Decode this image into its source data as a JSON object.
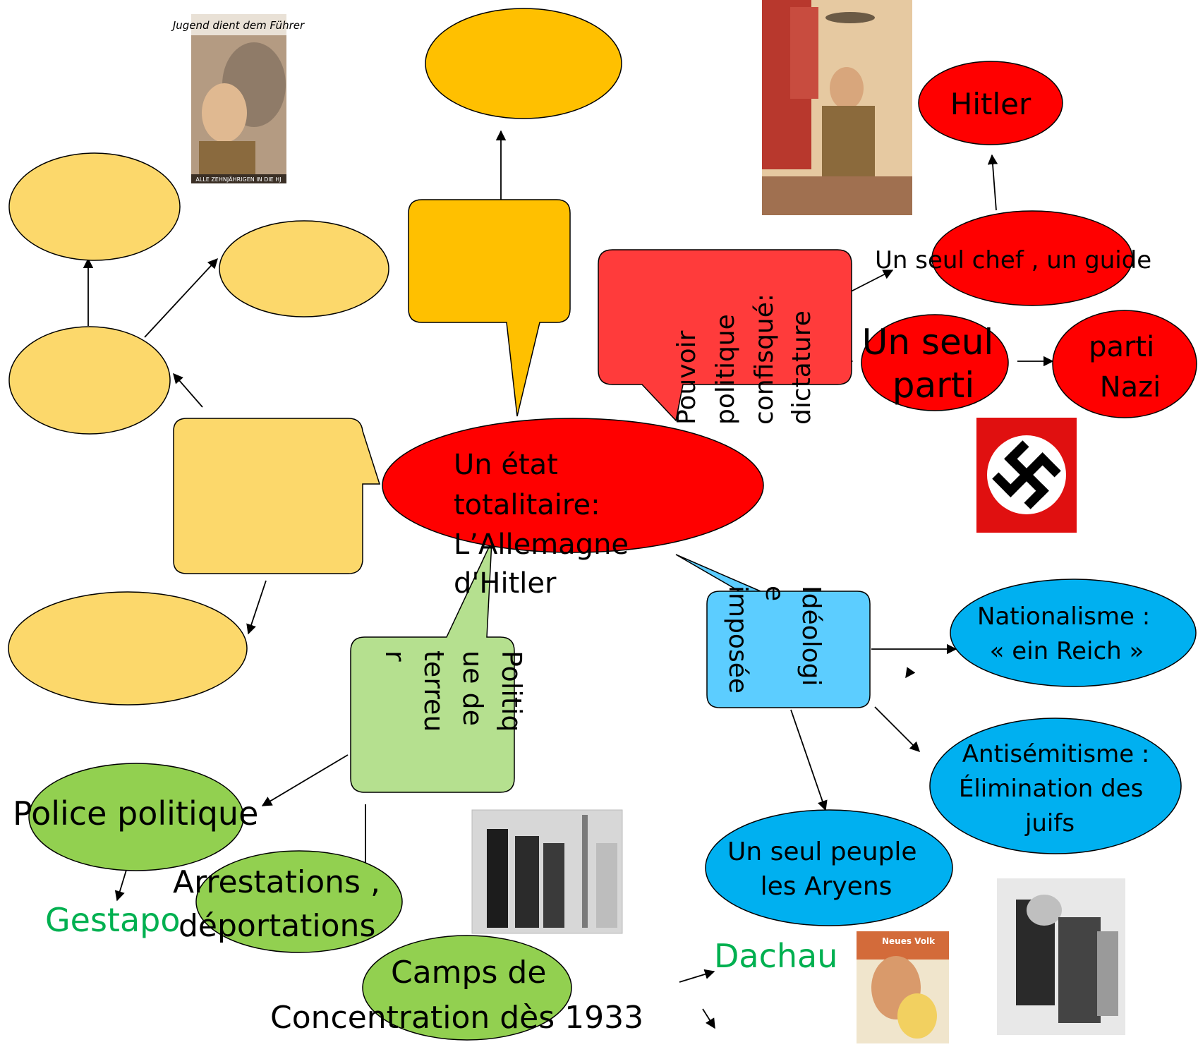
{
  "center": {
    "lines": [
      "Un état",
      "totalitaire:",
      "L’Allemagne",
      "d'Hitler"
    ]
  },
  "pouvoir": {
    "bubble_lines": [
      "Pouvoir",
      "politique",
      "confisqué:",
      "dictature"
    ],
    "chef": "Un seul chef , un guide",
    "hitler": "Hitler",
    "seul_parti_lines": [
      "Un seul",
      "parti"
    ],
    "parti_nazi_lines": [
      "parti",
      "Nazi"
    ]
  },
  "ideologie": {
    "bubble_lines": [
      "Idéologi",
      "e",
      "imposée"
    ],
    "nationalisme_lines": [
      "Nationalisme :",
      "« ein Reich »"
    ],
    "antisemitisme_lines": [
      "Antisémitisme :",
      "Élimination des",
      "juifs"
    ],
    "peuple_lines": [
      "Un seul peuple",
      "les Aryens"
    ],
    "dachau": "Dachau"
  },
  "terreur": {
    "bubble_lines": [
      "Politiq",
      "ue de",
      "terreu",
      "r"
    ],
    "police": "Police politique",
    "gestapo": "Gestapo",
    "arrestations_lines": [
      "Arrestations ,",
      "déportations"
    ],
    "camps_lines": [
      "Camps de",
      "Concentration dès 1933"
    ]
  },
  "images": {
    "hj_poster_caption": "Jugend dient dem Führer",
    "hj_poster_footer": "ALLE ZEHNJÄHRIGEN IN DIE HJ",
    "neues_volk": "Neues Volk"
  },
  "colors": {
    "red": "#ff0000",
    "red_bubble": "#ff3b3b",
    "orange": "#ffc000",
    "light_orange": "#fcd86b",
    "blue": "#00b0f0",
    "light_blue": "#5ccdff",
    "green": "#92d050",
    "light_green": "#b5e08f",
    "green_text": "#00b050"
  }
}
